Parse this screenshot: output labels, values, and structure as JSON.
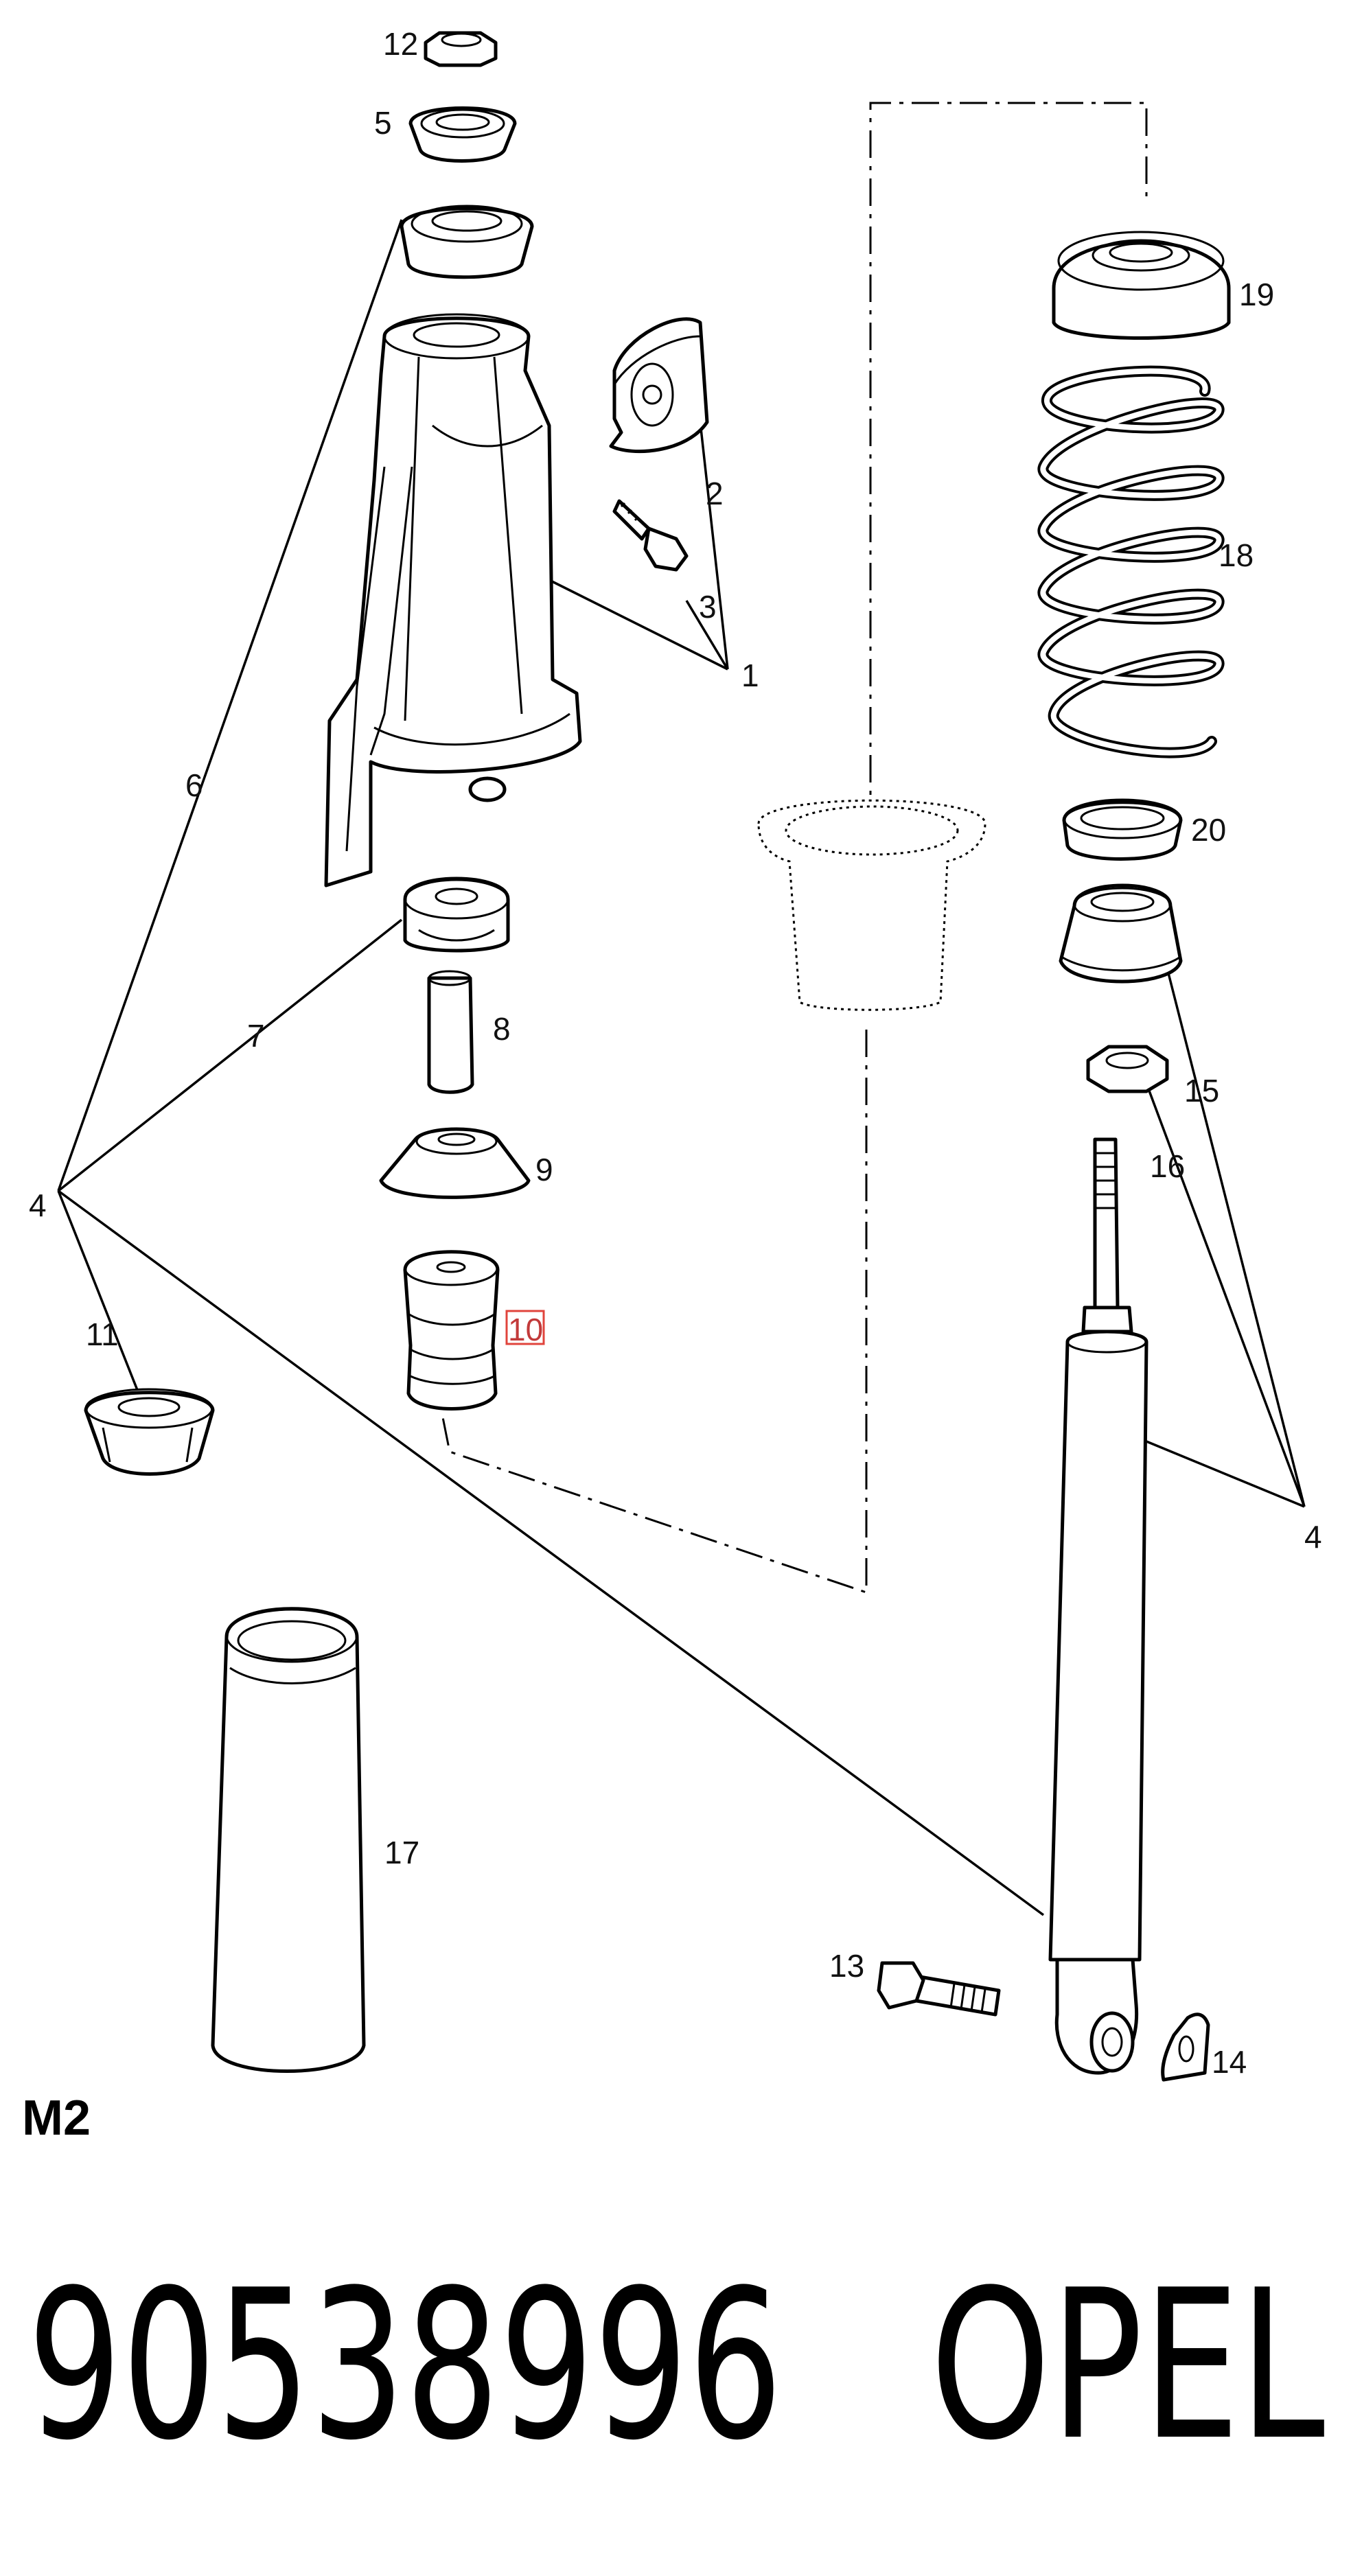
{
  "diagram": {
    "section_label": "M2",
    "callouts": {
      "c1": "1",
      "c2": "2",
      "c3": "3",
      "c4a": "4",
      "c4b": "4",
      "c5": "5",
      "c6": "6",
      "c7": "7",
      "c8": "8",
      "c9": "9",
      "c10": "10",
      "c11": "11",
      "c12": "12",
      "c13": "13",
      "c14": "14",
      "c15": "15",
      "c16": "16",
      "c17": "17",
      "c18": "18",
      "c19": "19",
      "c20": "20"
    },
    "highlight_color": "#e0443c"
  },
  "footer": {
    "part_number": "90538996",
    "brand": "OPEL"
  }
}
